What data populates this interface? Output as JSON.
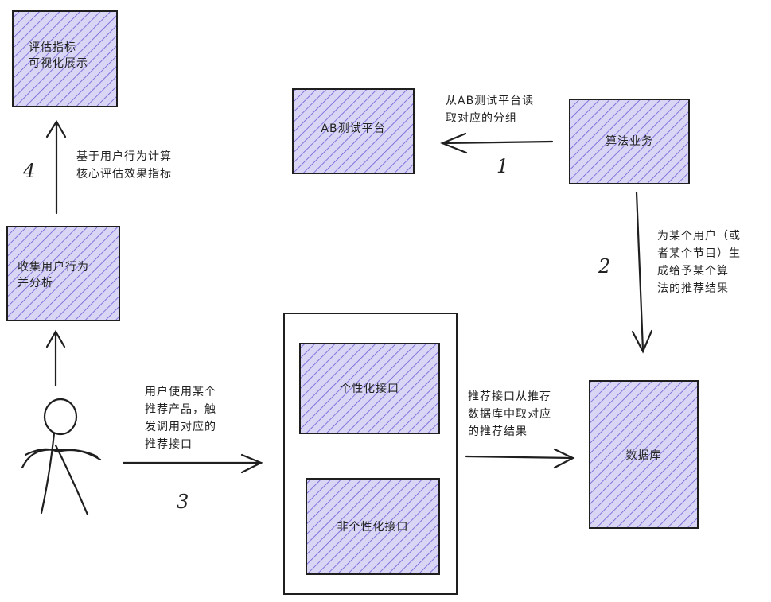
{
  "colors": {
    "box_fill": "#d9d6f5",
    "hatch": "#6a5bd6",
    "stroke": "#1f1f1f"
  },
  "boxes": {
    "eval_display": "评估指标\n可视化展示",
    "ab_platform": "AB测试平台",
    "algo_business": "算法业务",
    "collect_analyze": "收集用户行为\n并分析",
    "personalized_api": "个性化接口",
    "non_personalized_api": "非个性化接口",
    "database": "数据库"
  },
  "notes": {
    "read_ab": "从AB测试平台读\n取对应的分组",
    "compute_metrics": "基于用户行为计算\n核心评估效果指标",
    "generate_results": "为某个用户（或\n者某个节目）生\n成给予某个算\n法的推荐结果",
    "user_uses": "用户使用某个\n推荐产品，触\n发调用对应的\n推荐接口",
    "fetch_results": "推荐接口从推荐\n数据库中取对应\n的推荐结果"
  },
  "steps": {
    "one": "1",
    "two": "2",
    "three": "3",
    "four": "4"
  },
  "icons": {
    "user": "stick-figure-user-icon"
  }
}
